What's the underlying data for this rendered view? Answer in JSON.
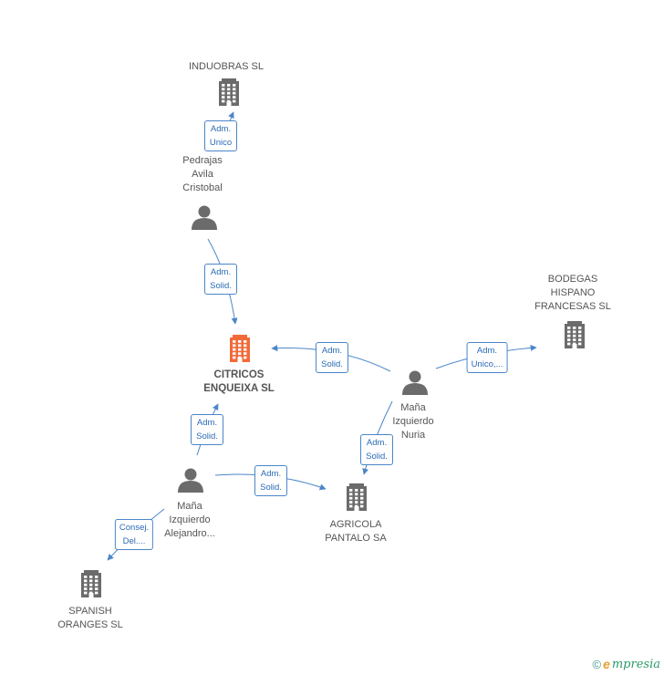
{
  "nodes": [
    {
      "id": "induobras",
      "type": "company",
      "label": "INDUOBRAS SL"
    },
    {
      "id": "pedrajas",
      "type": "person",
      "label": "Pedrajas\nAvila\nCristobal"
    },
    {
      "id": "citricos",
      "type": "company",
      "main": true,
      "label": "CITRICOS\nENQUEIXA SL"
    },
    {
      "id": "bodegas",
      "type": "company",
      "label": "BODEGAS\nHISPANO\nFRANCESAS SL"
    },
    {
      "id": "nuria",
      "type": "person",
      "label": "Maña\nIzquierdo\nNuria"
    },
    {
      "id": "alejandro",
      "type": "person",
      "label": "Maña\nIzquierdo\nAlejandro..."
    },
    {
      "id": "agricola",
      "type": "company",
      "label": "AGRICOLA\nPANTALO SA"
    },
    {
      "id": "spanish",
      "type": "company",
      "label": "SPANISH\nORANGES SL"
    }
  ],
  "edges": [
    {
      "from": "pedrajas",
      "to": "induobras",
      "label": "Adm.\nUnico"
    },
    {
      "from": "pedrajas",
      "to": "citricos",
      "label": "Adm.\nSolid."
    },
    {
      "from": "nuria",
      "to": "citricos",
      "label": "Adm.\nSolid."
    },
    {
      "from": "nuria",
      "to": "bodegas",
      "label": "Adm.\nUnico,..."
    },
    {
      "from": "nuria",
      "to": "agricola",
      "label": "Adm.\nSolid."
    },
    {
      "from": "alejandro",
      "to": "citricos",
      "label": "Adm.\nSolid."
    },
    {
      "from": "alejandro",
      "to": "agricola",
      "label": "Adm.\nSolid."
    },
    {
      "from": "alejandro",
      "to": "spanish",
      "label": "Consej.\nDel...."
    }
  ],
  "colors": {
    "company": "#6b6b6b",
    "main_company": "#f26a3a",
    "person": "#6b6b6b",
    "edge": "#4a86c8"
  },
  "footer": {
    "copyright_symbol": "©",
    "brand_initial": "e",
    "brand_rest": "mpresia"
  }
}
